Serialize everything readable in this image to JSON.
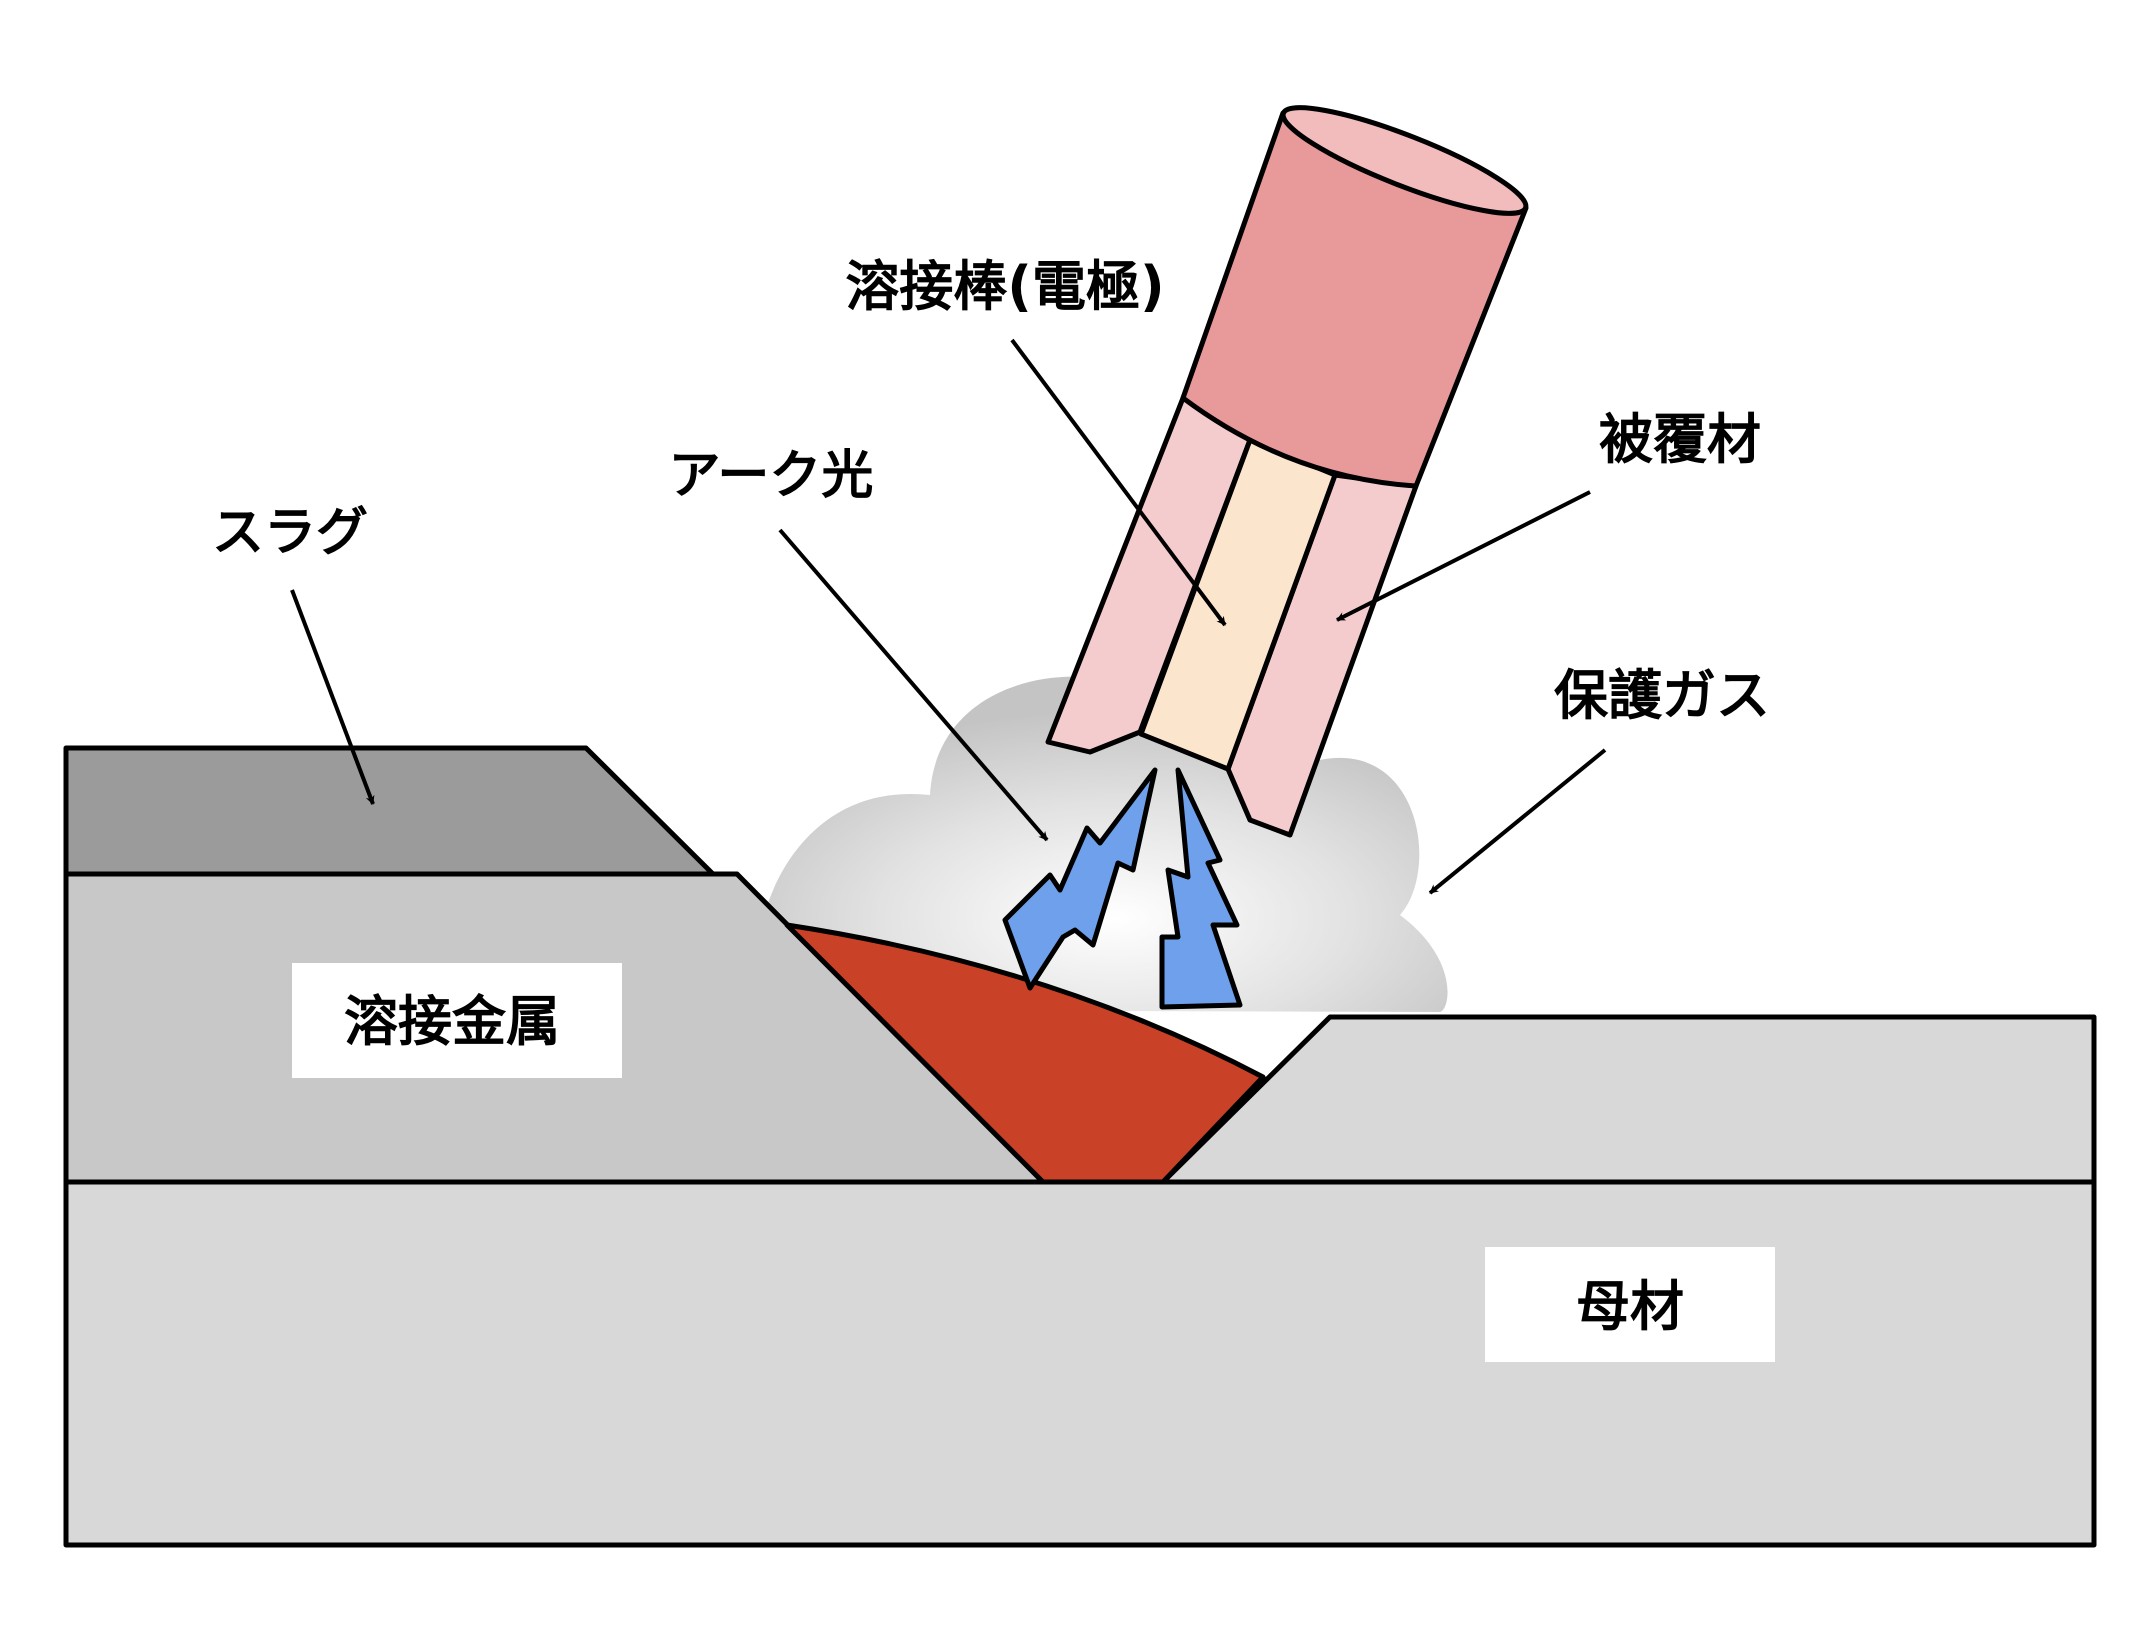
{
  "labels": {
    "electrode": "溶接棒(電極)",
    "arc_light": "アーク光",
    "slag": "スラグ",
    "flux_coating": "被覆材",
    "shielding_gas": "保護ガス",
    "weld_metal": "溶接金属",
    "base_metal": "母材"
  },
  "icons": {
    "arc_left": "lightning-bolt",
    "arc_right": "lightning-bolt",
    "gas_cloud": "cloud"
  },
  "colors": {
    "base_metal": "#d8d8d8",
    "weld_metal": "#c8c8c8",
    "slag": "#9b9b9b",
    "weld_pool": "#c94127",
    "electrode_holder": "#e8999a",
    "flux_coating": "#f4cccd",
    "core_wire": "#fce5cd",
    "arc": "#6ea0eb",
    "gas_cloud": "#c8c8c8",
    "outline": "#000000"
  }
}
